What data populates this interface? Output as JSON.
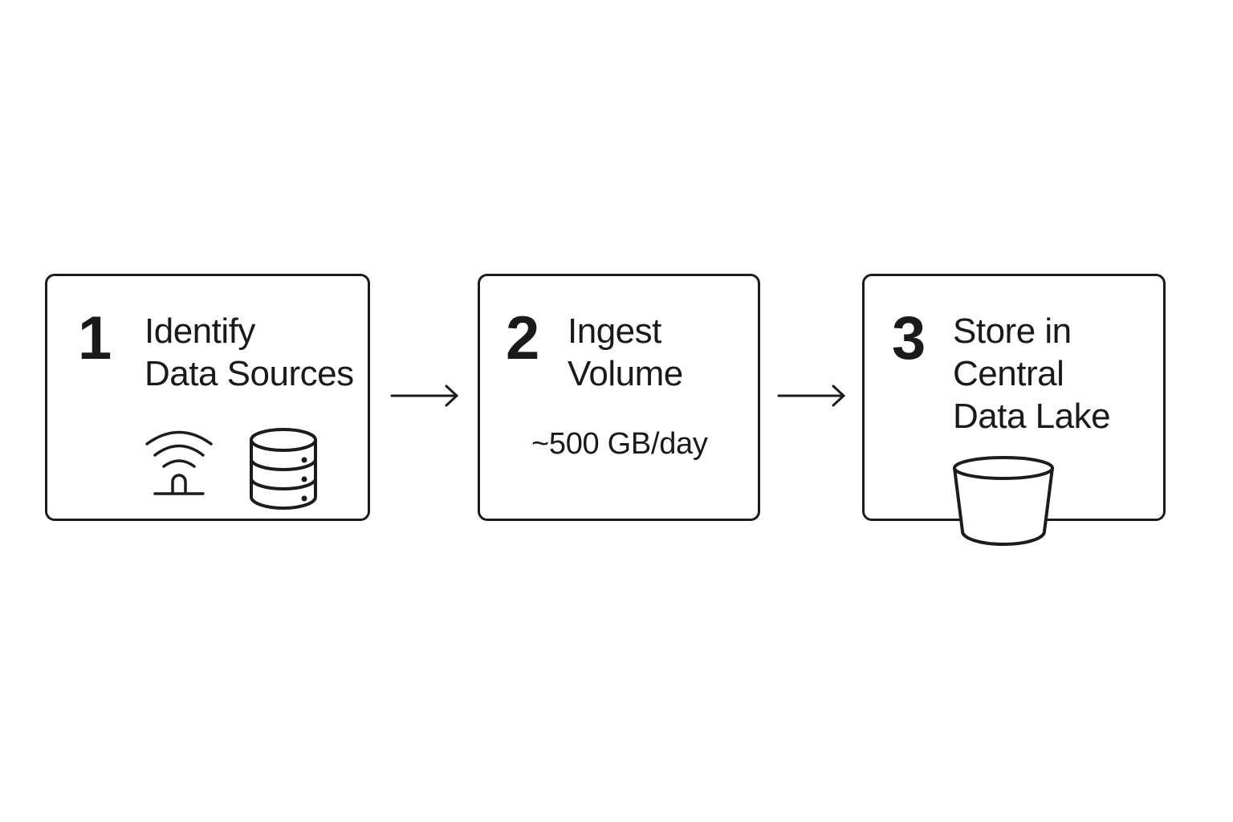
{
  "steps": [
    {
      "number": "1",
      "title_lines": [
        "Identify",
        "Data Sources"
      ],
      "icons": [
        "signal-antenna-icon",
        "database-server-icon"
      ]
    },
    {
      "number": "2",
      "title_lines": [
        "Ingest",
        "Volume"
      ],
      "detail": "~500 GB/day"
    },
    {
      "number": "3",
      "title_lines": [
        "Store in",
        "Central",
        "Data Lake"
      ],
      "icons": [
        "data-lake-bucket-icon"
      ]
    }
  ],
  "connectors": [
    "arrow-right-icon",
    "arrow-right-icon"
  ],
  "colors": {
    "stroke": "#1c1c1c",
    "background": "#ffffff"
  }
}
